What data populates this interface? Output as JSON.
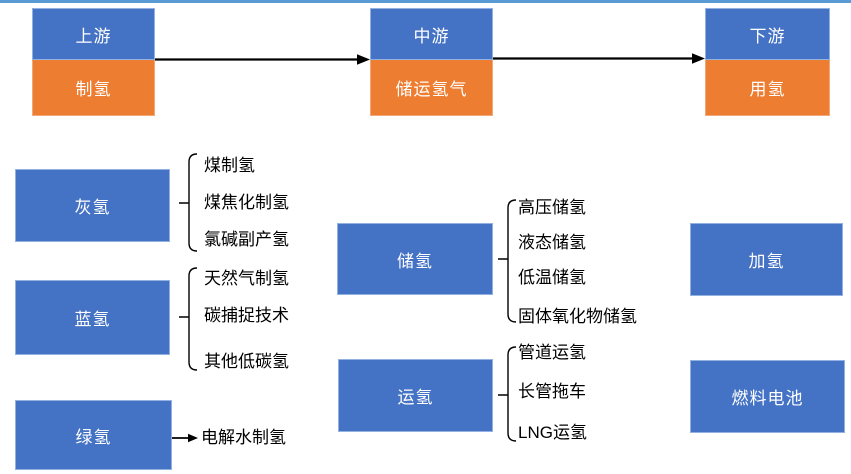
{
  "colors": {
    "box_blue": "#4472C4",
    "box_orange": "#ED7D31",
    "top_line_blue": "#5B9BD5",
    "connector_black": "#000000",
    "box_text": "#FFFFFF",
    "item_text": "#000000"
  },
  "top_chain": {
    "stages": [
      {
        "tier": "上游",
        "activity": "制氢"
      },
      {
        "tier": "中游",
        "activity": "储运氢气"
      },
      {
        "tier": "下游",
        "activity": "用氢"
      }
    ]
  },
  "groups": [
    {
      "label": "灰氢",
      "items": [
        "煤制氢",
        "煤焦化制氢",
        "氯碱副产氢"
      ]
    },
    {
      "label": "蓝氢",
      "items": [
        "天然气制氢",
        "碳捕捉技术",
        "其他低碳氢"
      ]
    },
    {
      "label": "绿氢",
      "items": [
        "电解水制氢"
      ]
    },
    {
      "label": "储氢",
      "items": [
        "高压储氢",
        "液态储氢",
        "低温储氢",
        "固体氧化物储氢"
      ]
    },
    {
      "label": "运氢",
      "items": [
        "管道运氢",
        "长管拖车",
        "LNG运氢"
      ]
    },
    {
      "label": "加氢",
      "items": []
    },
    {
      "label": "燃料电池",
      "items": []
    }
  ]
}
